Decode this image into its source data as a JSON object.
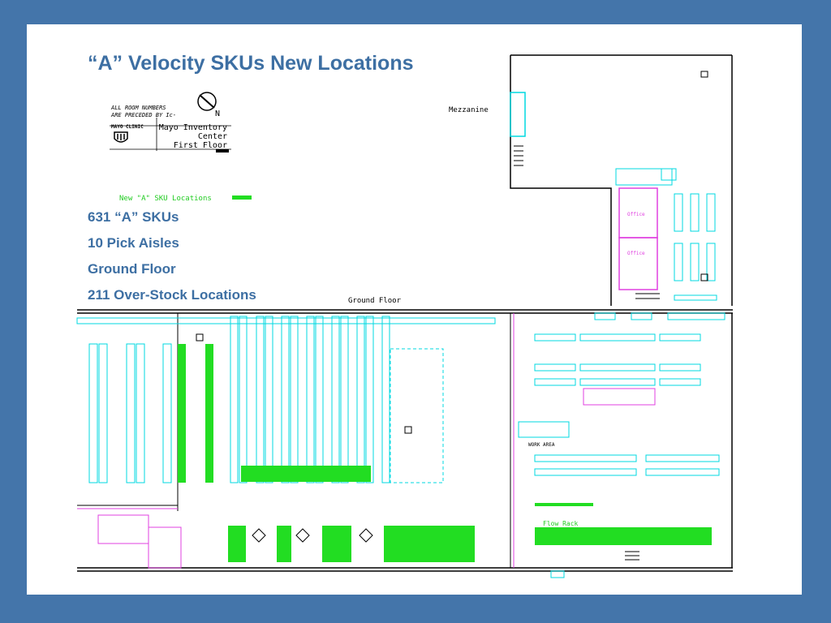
{
  "slide": {
    "title": "“A” Velocity SKUs New Locations",
    "bullets": [
      "631 “A” SKUs",
      "10 Pick Aisles",
      "Ground Floor",
      "211 Over-Stock Locations"
    ]
  },
  "plan": {
    "legend": {
      "note_line1": "ALL ROOM NUMBERS",
      "note_line2": "ARE PRECEDED BY Ic-",
      "org": "MAYO CLINIC",
      "title_line1": "Mayo Inventory",
      "title_line2": "Center",
      "title_line3": "First Floor",
      "north": "N",
      "sku_key": "New \"A\" SKU Locations"
    },
    "labels": {
      "mezzanine": "Mezzanine",
      "ground_floor": "Ground Floor",
      "office_1": "Office",
      "office_2": "Office",
      "work_area": "WORK AREA",
      "flow_rack": "Flow Rack"
    },
    "colors": {
      "background": "#4475aa",
      "title": "#3d6fa3",
      "rack": "#00d8e0",
      "a_sku": "#22dd22",
      "wall": "#000000",
      "office_wall": "#e040e0"
    }
  }
}
